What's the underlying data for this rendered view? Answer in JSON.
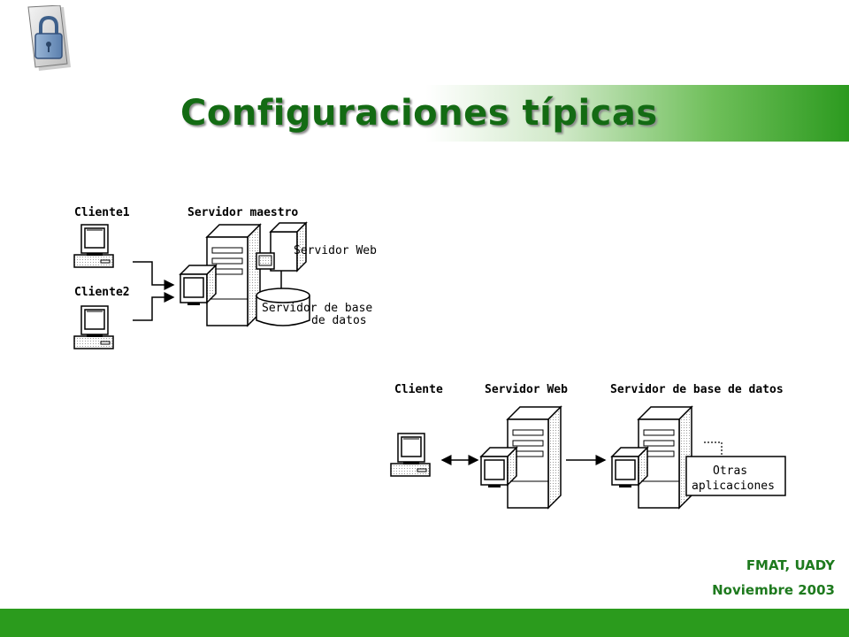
{
  "slide": {
    "title": "Configuraciones típicas",
    "footer_line1": "FMAT, UADY",
    "footer_line2": "Noviembre 2003"
  },
  "icons": {
    "logo": "lock-document-icon"
  },
  "diagram1": {
    "client1_label": "Cliente1",
    "client2_label": "Cliente2",
    "master_label": "Servidor maestro",
    "web_label": "Servidor Web",
    "db_label_line1": "Servidor de base",
    "db_label_line2": "de datos"
  },
  "diagram2": {
    "client_label": "Cliente",
    "web_label": "Servidor Web",
    "db_label": "Servidor de base de datos",
    "apps_label_line1": "Otras",
    "apps_label_line2": "aplicaciones"
  },
  "colors": {
    "title": "#136b13",
    "accent_green": "#2b9b1d",
    "footer_text": "#1e7a1e"
  }
}
